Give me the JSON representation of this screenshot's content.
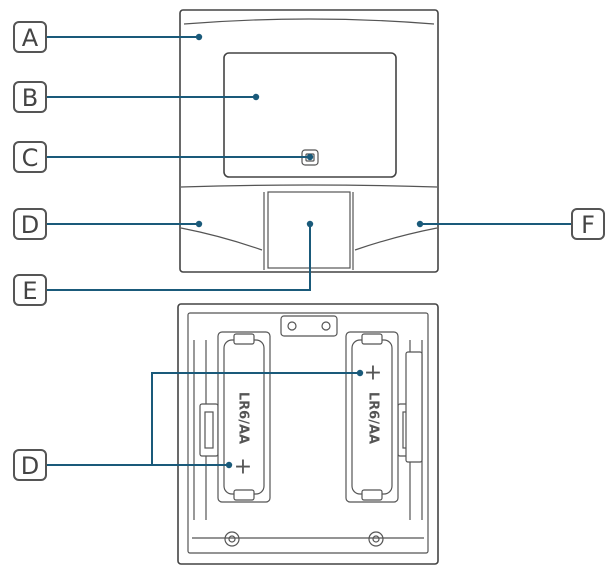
{
  "callouts": {
    "a": "A",
    "b": "B",
    "c": "C",
    "d_front": "D",
    "e": "E",
    "f": "F",
    "d_back": "D"
  },
  "batteries": {
    "left_label": "LR6/AA",
    "right_label": "LR6/AA",
    "left_plus": "+",
    "right_plus": "+"
  },
  "colors": {
    "leader": "#1a5a7a",
    "outline": "#444444"
  }
}
